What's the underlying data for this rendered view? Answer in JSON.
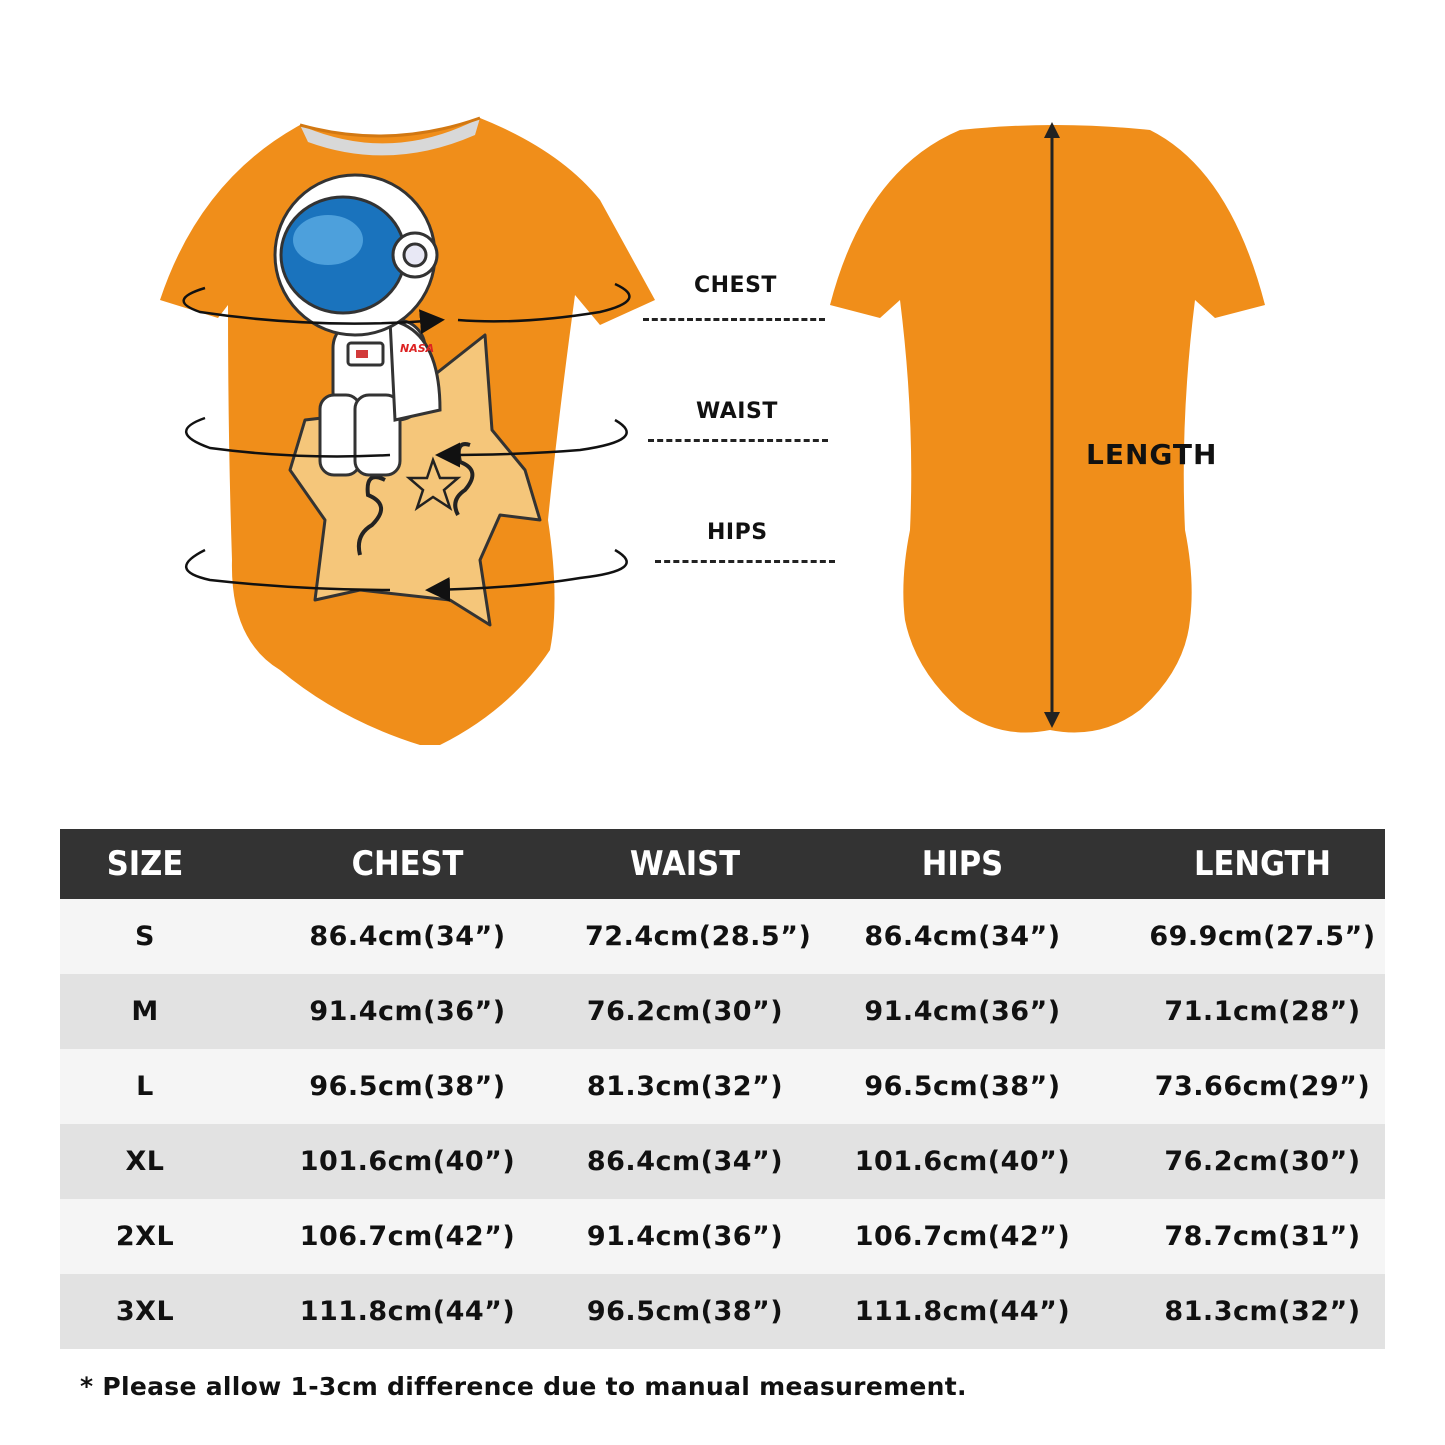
{
  "measurement_labels": {
    "chest": "CHEST",
    "waist": "WAIST",
    "hips": "HIPS",
    "length": "LENGTH"
  },
  "decoration": {
    "patch_text": "NASA"
  },
  "colors": {
    "garment": "#F08E1A",
    "star": "#F5C67A",
    "helmet_visor": "#1A73BD",
    "table_header": "#333333"
  },
  "size_table": {
    "headers": [
      "SIZE",
      "CHEST",
      "WAIST",
      "HIPS",
      "LENGTH"
    ],
    "rows": [
      [
        "S",
        "86.4cm(34”)",
        "72.4cm(28.5”)",
        "86.4cm(34”)",
        "69.9cm(27.5”)"
      ],
      [
        "M",
        "91.4cm(36”)",
        "76.2cm(30”)",
        "91.4cm(36”)",
        "71.1cm(28”)"
      ],
      [
        "L",
        "96.5cm(38”)",
        "81.3cm(32”)",
        "96.5cm(38”)",
        "73.66cm(29”)"
      ],
      [
        "XL",
        "101.6cm(40”)",
        "86.4cm(34”)",
        "101.6cm(40”)",
        "76.2cm(30”)"
      ],
      [
        "2XL",
        "106.7cm(42”)",
        "91.4cm(36”)",
        "106.7cm(42”)",
        "78.7cm(31”)"
      ],
      [
        "3XL",
        "111.8cm(44”)",
        "96.5cm(38”)",
        "111.8cm(44”)",
        "81.3cm(32”)"
      ]
    ]
  },
  "footnote": "* Please allow 1-3cm difference due to manual measurement."
}
